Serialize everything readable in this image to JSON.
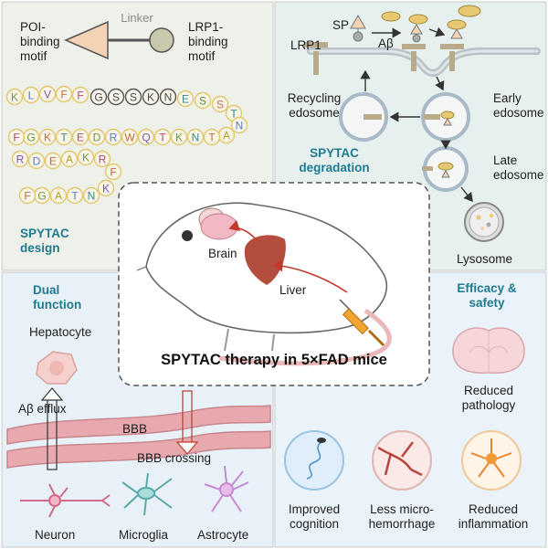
{
  "center": {
    "title": "SPYTAC therapy in 5×FAD mice",
    "brain": "Brain",
    "liver": "Liver"
  },
  "design": {
    "heading": "SPYTAC design",
    "linker": "Linker",
    "poi_motif": "POI-binding motif",
    "lrp1_motif": "LRP1-binding motif",
    "sequence": [
      {
        "letter": "K",
        "color": "#6f9a3a"
      },
      {
        "letter": "L",
        "color": "#5a7dbf"
      },
      {
        "letter": "V",
        "color": "#7a5aa8"
      },
      {
        "letter": "F",
        "color": "#c96a3a"
      },
      {
        "letter": "F",
        "color": "#b34a6a"
      },
      {
        "letter": "G",
        "color": "#4a4a4a"
      },
      {
        "letter": "S",
        "color": "#4a4a4a"
      },
      {
        "letter": "S",
        "color": "#4a4a4a"
      },
      {
        "letter": "K",
        "color": "#4a4a4a"
      },
      {
        "letter": "N",
        "color": "#4a4a4a"
      },
      {
        "letter": "E",
        "color": "#3a8a8a"
      },
      {
        "letter": "S",
        "color": "#5a8a3a"
      },
      {
        "letter": "S",
        "color": "#c96a3a"
      },
      {
        "letter": "T",
        "color": "#3a8a8a"
      },
      {
        "letter": "N",
        "color": "#5a7dbf"
      },
      {
        "letter": "A",
        "color": "#b59a2a"
      },
      {
        "letter": "T",
        "color": "#c96a3a"
      },
      {
        "letter": "N",
        "color": "#3a8a8a"
      },
      {
        "letter": "K",
        "color": "#6f9a3a"
      },
      {
        "letter": "T",
        "color": "#b34a6a"
      },
      {
        "letter": "Q",
        "color": "#7a5aa8"
      },
      {
        "letter": "W",
        "color": "#c96a3a"
      },
      {
        "letter": "R",
        "color": "#5a7dbf"
      },
      {
        "letter": "D",
        "color": "#6f9a3a"
      },
      {
        "letter": "E",
        "color": "#b34a6a"
      },
      {
        "letter": "T",
        "color": "#3a8a8a"
      },
      {
        "letter": "K",
        "color": "#c96a3a"
      },
      {
        "letter": "G",
        "color": "#6f9a3a"
      },
      {
        "letter": "F",
        "color": "#b34a6a"
      },
      {
        "letter": "R",
        "color": "#7a5aa8"
      },
      {
        "letter": "D",
        "color": "#5a7dbf"
      },
      {
        "letter": "E",
        "color": "#c96a3a"
      },
      {
        "letter": "A",
        "color": "#b59a2a"
      },
      {
        "letter": "K",
        "color": "#6f9a3a"
      },
      {
        "letter": "R",
        "color": "#b34a6a"
      },
      {
        "letter": "F",
        "color": "#c96a3a"
      },
      {
        "letter": "K",
        "color": "#7a5aa8"
      },
      {
        "letter": "N",
        "color": "#3a8a8a"
      },
      {
        "letter": "T",
        "color": "#5a7dbf"
      },
      {
        "letter": "A",
        "color": "#b59a2a"
      },
      {
        "letter": "G",
        "color": "#6f9a3a"
      },
      {
        "letter": "F",
        "color": "#c96a3a"
      }
    ]
  },
  "degradation": {
    "heading": "SPYTAC degradation",
    "sp": "SP",
    "abeta": "Aβ",
    "lrp1": "LRP1",
    "recycling": "Recycling edosome",
    "early": "Early edosome",
    "late": "Late edosome",
    "lysosome": "Lysosome"
  },
  "dual": {
    "heading": "Dual function",
    "hepatocyte": "Hepatocyte",
    "efflux": "Aβ efflux",
    "bbb": "BBB",
    "bbb_crossing": "BBB crossing",
    "neuron": "Neuron",
    "microglia": "Microglia",
    "astrocyte": "Astrocyte"
  },
  "efficacy": {
    "heading": "Efficacy & safety",
    "pathology": "Reduced pathology",
    "cognition": "Improved cognition",
    "hemorrhage": "Less micro-hemorrhage",
    "inflammation": "Reduced inflammation"
  },
  "colors": {
    "panel_design": "#eef0ea",
    "panel_degradation": "#e6f1ef",
    "panel_dual": "#e9f1f8",
    "panel_efficacy": "#eaf3fa",
    "accent": "#1f7a92",
    "vessel": "#c9868e",
    "arrow_red": "#c0392b",
    "receptor": "#b9ab8a"
  }
}
